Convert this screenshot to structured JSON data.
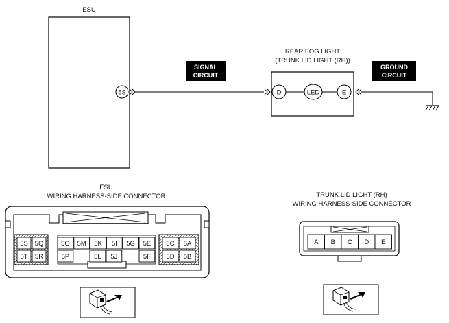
{
  "esu_label": "ESU",
  "rear_fog_light": {
    "line1": "REAR FOG LIGHT",
    "line2": "(TRUNK LID LIGHT (RH))",
    "pin_d": "D",
    "led": "LED",
    "pin_e": "E"
  },
  "esu_pin": "5S",
  "signal_circuit": {
    "line1": "SIGNAL",
    "line2": "CIRCUIT"
  },
  "ground_circuit": {
    "line1": "GROUND",
    "line2": "CIRCUIT"
  },
  "esu_connector": {
    "title1": "ESU",
    "title2": "WIRING HARNESS-SIDE CONNECTOR",
    "left_block": [
      "5S",
      "5Q",
      "5T",
      "5R"
    ],
    "mid_top": [
      "5O",
      "5M",
      "5K",
      "5I",
      "5G",
      "5E"
    ],
    "mid_bottom": [
      "5P",
      "5L",
      "5J",
      "5F"
    ],
    "right_block": [
      "5C",
      "5A",
      "5D",
      "5B"
    ]
  },
  "trunk_connector": {
    "title1": "TRUNK LID LIGHT (RH)",
    "title2": "WIRING HARNESS-SIDE CONNECTOR",
    "pins": [
      "A",
      "B",
      "C",
      "D",
      "E"
    ]
  }
}
